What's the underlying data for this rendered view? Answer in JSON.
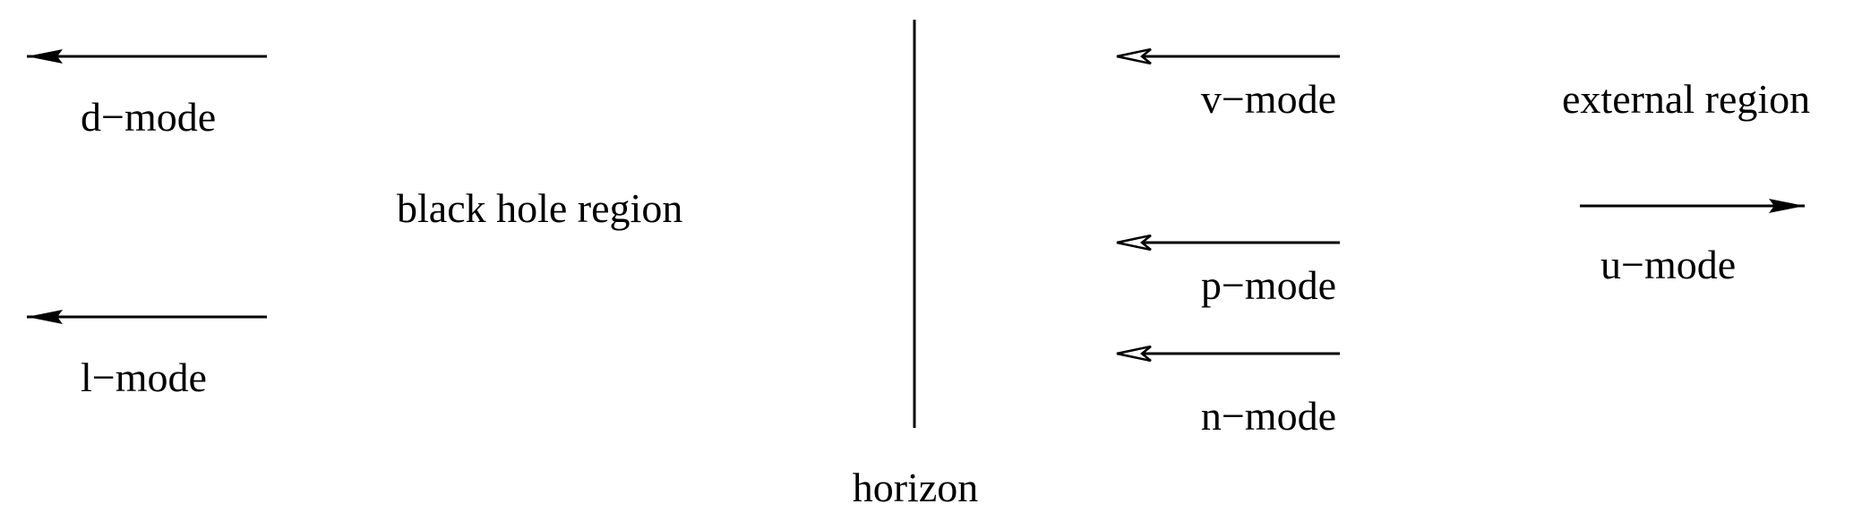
{
  "colors": {
    "stroke": "#000000",
    "background": "#ffffff"
  },
  "regions": {
    "black_hole": "black hole region",
    "external": "external region",
    "horizon": "horizon"
  },
  "modes": {
    "d": {
      "label": "d−mode",
      "direction": "left",
      "arrowhead": "filled"
    },
    "l": {
      "label": "l−mode",
      "direction": "left",
      "arrowhead": "filled"
    },
    "v": {
      "label": "v−mode",
      "direction": "left",
      "arrowhead": "open"
    },
    "p": {
      "label": "p−mode",
      "direction": "left",
      "arrowhead": "open"
    },
    "n": {
      "label": "n−mode",
      "direction": "left",
      "arrowhead": "open"
    },
    "u": {
      "label": "u−mode",
      "direction": "right",
      "arrowhead": "filled"
    }
  }
}
